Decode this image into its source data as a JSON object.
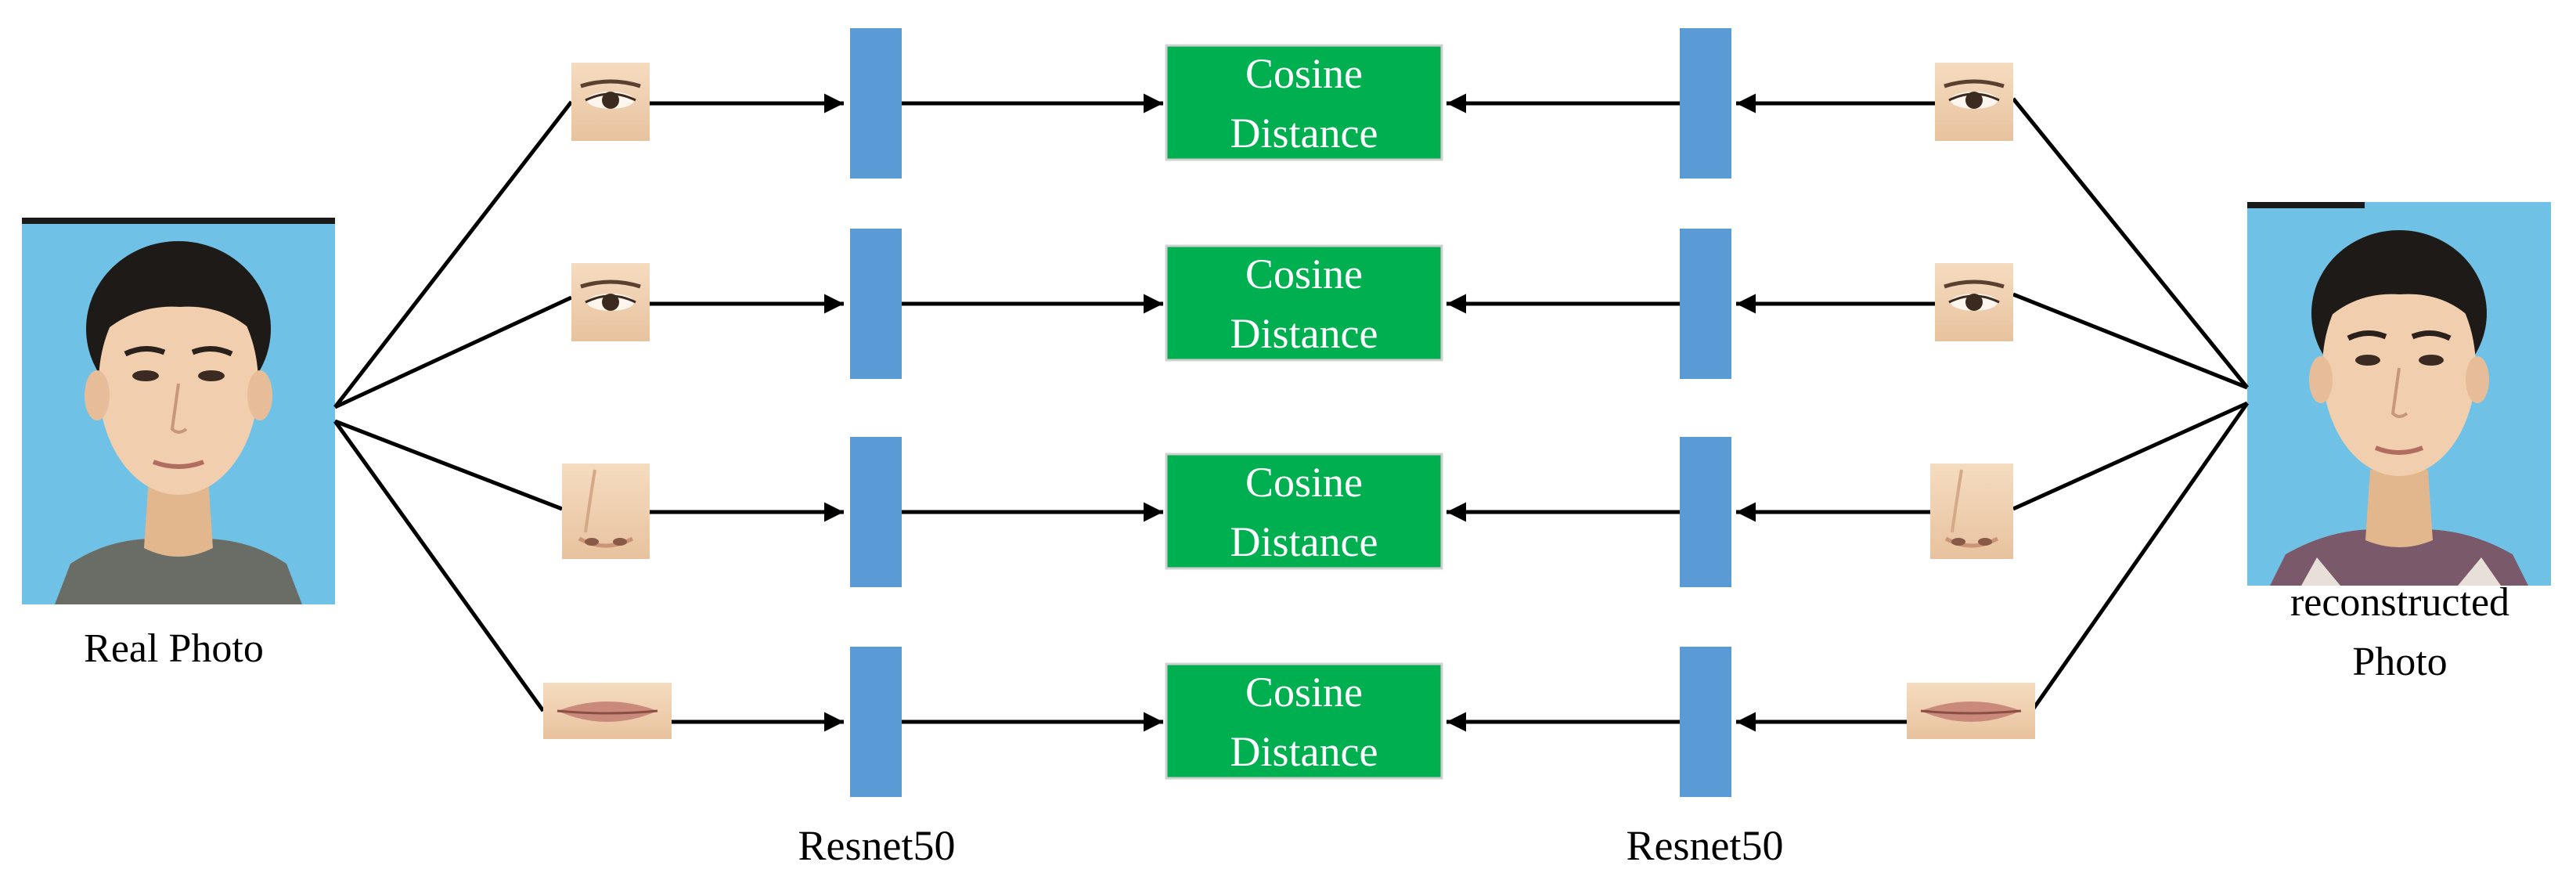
{
  "left_photo": {
    "caption": "Real Photo"
  },
  "right_photo": {
    "caption_line1": "reconstructed",
    "caption_line2": "Photo"
  },
  "rows": [
    {
      "feature": "eye",
      "box_line1": "Cosine",
      "box_line2": "Distance"
    },
    {
      "feature": "eye",
      "box_line1": "Cosine",
      "box_line2": "Distance"
    },
    {
      "feature": "nose",
      "box_line1": "Cosine",
      "box_line2": "Distance"
    },
    {
      "feature": "mouth",
      "box_line1": "Cosine",
      "box_line2": "Distance"
    }
  ],
  "encoder_label_left": "Resnet50",
  "encoder_label_right": "Resnet50",
  "colors": {
    "photo_background": "#6fc2e6",
    "encoder_bar": "#5b9bd5",
    "distance_box": "#00b050",
    "skin": "#f0cfae",
    "arrow": "#000000"
  }
}
